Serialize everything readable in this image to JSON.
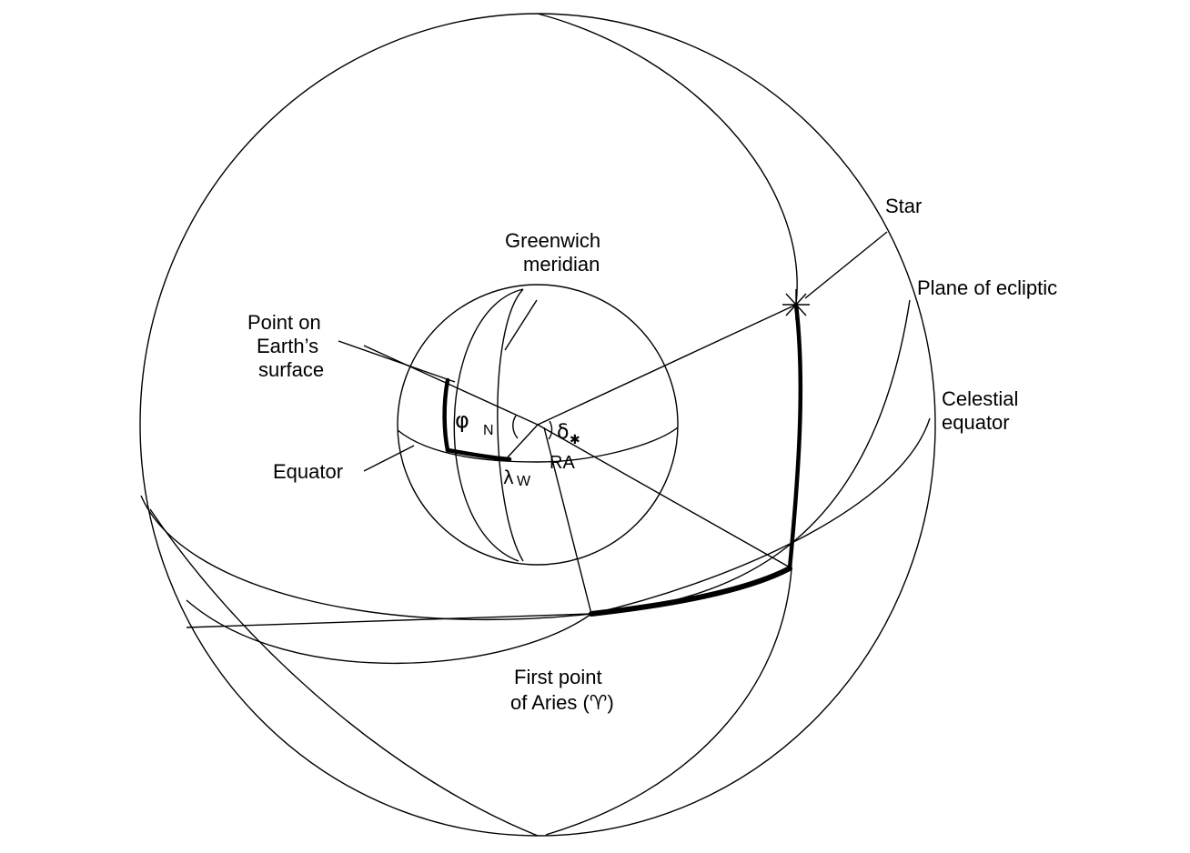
{
  "labels": {
    "star": "Star",
    "plane_of_ecliptic": "Plane of ecliptic",
    "celestial_equator_line1": "Celestial",
    "celestial_equator_line2": "equator",
    "greenwich_line1": "Greenwich",
    "greenwich_line2": "meridian",
    "point_line1": "Point  on",
    "point_line2": "Earth’s",
    "point_line3": "surface",
    "equator": "Equator",
    "aries_line1": "First point",
    "aries_line2": "of Aries (♈)",
    "phi_symbol": "φ",
    "phi_sub": "N",
    "delta_symbol": "δ",
    "delta_sub": "✱",
    "lambda_symbol": "λ",
    "lambda_sub": "W",
    "ra": "RA"
  },
  "colors": {
    "ink": "#000000",
    "background": "#ffffff"
  }
}
